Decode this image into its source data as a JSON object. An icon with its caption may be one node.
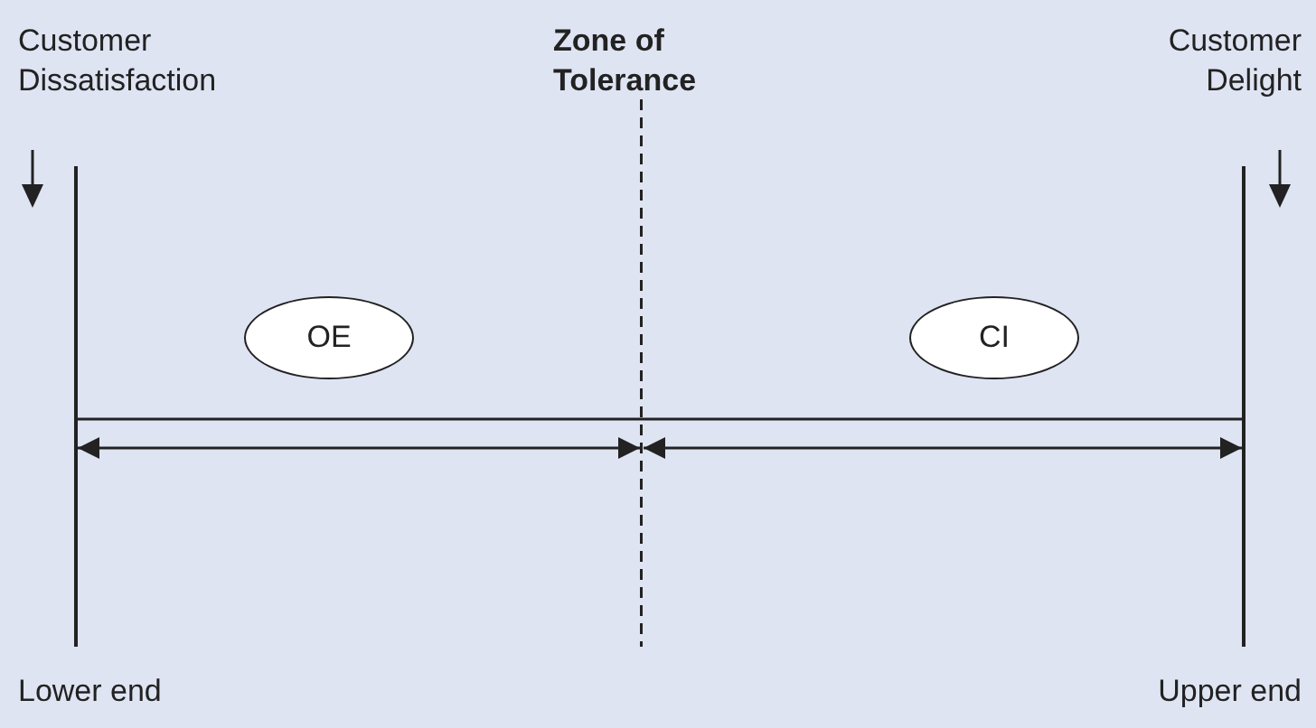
{
  "diagram": {
    "nodes": [
      {
        "text": [],
        "shape": "bar"
      },
      {
        "text": [],
        "shape": "bar"
      },
      {
        "text": [],
        "shape": "bar"
      },
      {
        "text": [
          "OE"
        ]
      },
      {
        "text": [
          "CI"
        ]
      }
    ],
    "edges": [
      {
        "from": 0,
        "to": 2,
        "arrow": "none"
      },
      {
        "from": 0,
        "to": 1,
        "arrow": "both"
      },
      {
        "from": 1,
        "to": 2,
        "arrow": "both"
      }
    ],
    "labels": [
      "Customer Dissatisfaction",
      "Zone of Tolerance",
      "Customer Delight",
      "Lower end",
      "Upper end"
    ]
  }
}
